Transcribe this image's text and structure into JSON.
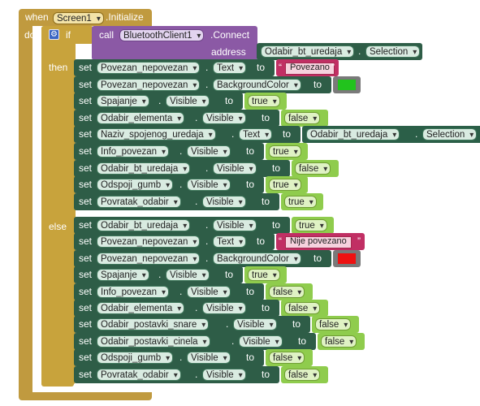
{
  "event": {
    "when": "when",
    "component": "Screen1",
    "event_name": ".Initialize",
    "do": "do"
  },
  "ifblock": {
    "if": "if",
    "then": "then",
    "else": "else"
  },
  "condition": {
    "call": "call",
    "component": "BluetoothClient1",
    "method": ".Connect",
    "address_label": "address",
    "address_component": "Odabir_bt_uredaja",
    "address_property": "Selection"
  },
  "keywords": {
    "set": "set",
    "to": "to"
  },
  "then_rows": [
    {
      "component": "Povezan_nepovezan",
      "property": "Text",
      "value_type": "text",
      "value": "Povezano"
    },
    {
      "component": "Povezan_nepovezan",
      "property": "BackgroundColor",
      "value_type": "color",
      "value": "#22c31d"
    },
    {
      "component": "Spajanje",
      "property": "Visible",
      "value_type": "bool",
      "value": "true"
    },
    {
      "component": "Odabir_elementa",
      "property": "Visible",
      "value_type": "bool",
      "value": "false"
    },
    {
      "component": "Naziv_spojenog_uredaja",
      "property": "Text",
      "value_type": "getter",
      "value_component": "Odabir_bt_uredaja",
      "value_property": "Selection"
    },
    {
      "component": "Info_povezan",
      "property": "Visible",
      "value_type": "bool",
      "value": "true"
    },
    {
      "component": "Odabir_bt_uredaja",
      "property": "Visible",
      "value_type": "bool",
      "value": "false"
    },
    {
      "component": "Odspoji_gumb",
      "property": "Visible",
      "value_type": "bool",
      "value": "true"
    },
    {
      "component": "Povratak_odabir",
      "property": "Visible",
      "value_type": "bool",
      "value": "true"
    }
  ],
  "else_rows": [
    {
      "component": "Odabir_bt_uredaja",
      "property": "Visible",
      "value_type": "bool",
      "value": "true"
    },
    {
      "component": "Povezan_nepovezan",
      "property": "Text",
      "value_type": "text",
      "value": "Nije povezano"
    },
    {
      "component": "Povezan_nepovezan",
      "property": "BackgroundColor",
      "value_type": "color",
      "value": "#ee1111"
    },
    {
      "component": "Spajanje",
      "property": "Visible",
      "value_type": "bool",
      "value": "true"
    },
    {
      "component": "Info_povezan",
      "property": "Visible",
      "value_type": "bool",
      "value": "false"
    },
    {
      "component": "Odabir_elementa",
      "property": "Visible",
      "value_type": "bool",
      "value": "false"
    },
    {
      "component": "Odabir_postavki_snare",
      "property": "Visible",
      "value_type": "bool",
      "value": "false"
    },
    {
      "component": "Odabir_postavki_cinela",
      "property": "Visible",
      "value_type": "bool",
      "value": "false"
    },
    {
      "component": "Odspoji_gumb",
      "property": "Visible",
      "value_type": "bool",
      "value": "false"
    },
    {
      "component": "Povratak_odabir",
      "property": "Visible",
      "value_type": "bool",
      "value": "false"
    }
  ],
  "colors": {
    "event_block": "#c09a3f",
    "control_block": "#c8a33c",
    "component_block": "#2e5d47",
    "logic_block": "#8fcc4d",
    "text_block": "#c12f64",
    "procedure_block": "#8b59a5"
  },
  "icons": {
    "mutator": "gear-icon"
  }
}
